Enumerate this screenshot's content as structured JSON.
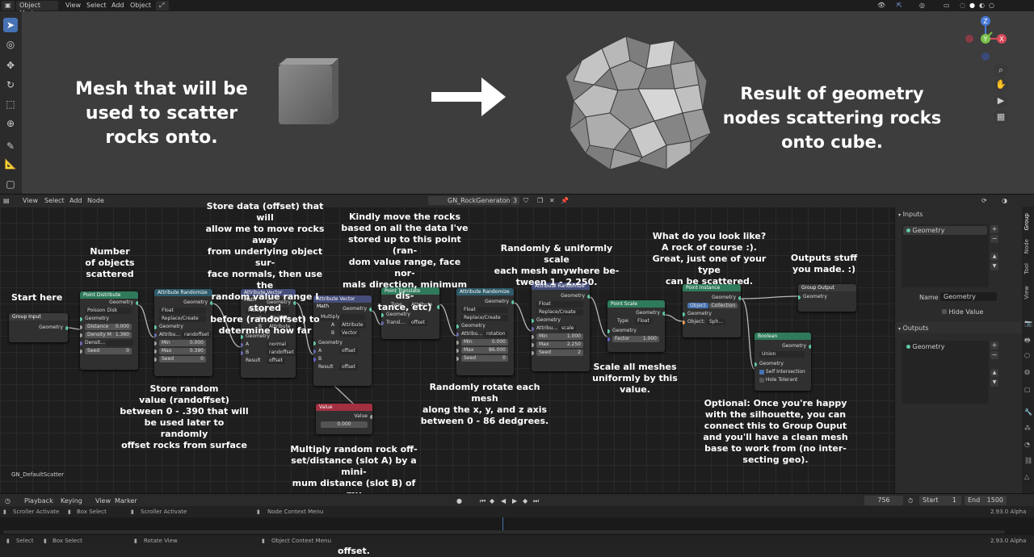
{
  "topbar": {
    "mode": "Object Mode",
    "menus": [
      "View",
      "Select",
      "Add",
      "Object"
    ]
  },
  "viewport": {
    "left_text": "Mesh that will be used to scatter rocks onto.",
    "right_text": "Result of geometry nodes scattering rocks onto cube.",
    "axes": {
      "z": "Z",
      "y": "Y",
      "x": "X"
    }
  },
  "node_editor": {
    "menus": [
      "View",
      "Select",
      "Add",
      "Node"
    ],
    "tree_name": "GN_RockGeneraton",
    "users": "3",
    "tree_label": "GN_DefaultScatter"
  },
  "nodes": {
    "group_input": {
      "title": "Group Input",
      "geometry": "Geometry"
    },
    "point_distribute": {
      "title": "Point Distribute",
      "out": "Geometry",
      "method": "Poisson Disk",
      "geometry": "Geometry",
      "distance_label": "Distance",
      "distance": "0.000",
      "density_label": "Density M",
      "density": "1.360",
      "densit_label": "Densit...",
      "seed_label": "Seed",
      "seed": "0"
    },
    "attr_random_1": {
      "title": "Attribute Randomize",
      "out": "Geometry",
      "type": "Float",
      "mode": "Replace/Create",
      "geometry": "Geometry",
      "attr_label": "Attribu...",
      "attr": "randoffset",
      "min_label": "Min",
      "min": "0.000",
      "max_label": "Max",
      "max": "0.390",
      "seed_label": "Seed",
      "seed": "0"
    },
    "attr_vector_math_1": {
      "title": "Attribute Vector Math",
      "out": "Geometry",
      "op": "Multiply",
      "a_label": "A",
      "a_type": "Attribute",
      "b_label": "B",
      "b_type": "Attribute",
      "geometry": "Geometry",
      "a_val": "normal",
      "b_val": "randoffset",
      "result_label": "Result",
      "result_val": "offset"
    },
    "attr_vector_math_2": {
      "title": "Attribute Vector Math",
      "out": "Geometry",
      "op": "Multiply",
      "a_label": "A",
      "a_type": "Attribute",
      "b_label": "B",
      "b_type": "Vector",
      "geometry": "Geometry",
      "a_val": "offset",
      "b_label2": "B",
      "result_label": "Result",
      "result_val": "offset"
    },
    "value": {
      "title": "Value",
      "out": "Value",
      "val": "0.000"
    },
    "point_translate": {
      "title": "Point Translate",
      "type_label": "Type",
      "type": "Attribute",
      "geometry": "Geometry",
      "transl_label": "Transl...",
      "transl": "offset"
    },
    "attr_random_2": {
      "title": "Attribute Randomize",
      "out": "Geometry",
      "type": "Float",
      "mode": "Replace/Create",
      "geometry": "Geometry",
      "attr_label": "Attribu...",
      "attr": "rotation",
      "min_label": "Min",
      "min": "0.000",
      "max_label": "Max",
      "max": "86.000",
      "seed_label": "Seed",
      "seed": "0"
    },
    "attr_random_3": {
      "title": "Attribute Randomize",
      "out": "Geometry",
      "type": "Float",
      "mode": "Replace/Create",
      "geometry": "Geometry",
      "attr_label": "Attribu...",
      "attr": "scale",
      "min_label": "Min",
      "min": "1.000",
      "max_label": "Max",
      "max": "2.250",
      "seed_label": "Seed",
      "seed": "2"
    },
    "point_scale": {
      "title": "Point Scale",
      "out": "Geometry",
      "type_label": "Type",
      "type": "Float",
      "geometry": "Geometry",
      "factor_label": "Factor",
      "factor": "1.000"
    },
    "point_instance": {
      "title": "Point Instance",
      "out": "Geometry",
      "tab_object": "Object",
      "tab_collection": "Collection",
      "geometry": "Geometry",
      "object_label": "Object:",
      "object": "Sph..."
    },
    "boolean": {
      "title": "Boolean",
      "out": "Geometry",
      "op": "Union",
      "geometry": "Geometry",
      "self_intersection": "Self Intersection",
      "hole_tolerant": "Hole Tolerant"
    },
    "group_output": {
      "title": "Group Output",
      "geometry": "Geometry"
    }
  },
  "annotations": {
    "start": "Start here",
    "number": "Number\nof objects\nscattered",
    "store_data": "Store data (offset) that will\nallow me to move rocks away\nfrom underlying object sur-\nface normals, then use the\nrandom value range I stored\nbefore (randoffset) to\ndetermine how far",
    "kindly": "Kindly move the rocks\nbased on all the data I've\nstored up to this point (ran-\ndom value range, face nor-\nmals direction, minimum dis-\ntance, etc)",
    "scale_each": "Randomly & uniformly scale\neach mesh anywhere be-\ntween 1 - 2.250.",
    "look_like": "What do you look like?\nA rock of course :).\nGreat, just one of your type\ncan be scattered.",
    "outputs": "Outputs stuff\nyou made. :)",
    "store_random": "Store random\nvalue (randoffset)\nbetween 0 - .390 that will\nbe used later to randomly\noffset rocks from surface",
    "multiply": "Multiply random rock off-\nset/distance (slot A) by a mini-\nmum distance (slot B) of my\nchoosing. The value in slot B\nwill drive the global, minimum\noffset.",
    "rotate": "Randomly rotate each mesh\nalong the x, y, and z axis\nbetween 0 - 86 dedgrees.",
    "scale_all": "Scale all meshes\nuniformly by this value.",
    "optional": "Optional: Once you're happy\nwith the silhouette, you can\nconnect this to Group Ouput\nand you'll have a clean mesh\nbase to work from (no inter-\nsecting geo)."
  },
  "props": {
    "inputs_header": "Inputs",
    "input_item": "Geometry",
    "name_label": "Name",
    "name_value": "Geometry",
    "hide_value": "Hide Value",
    "outputs_header": "Outputs",
    "output_item": "Geometry",
    "tabs": [
      "Group",
      "Node",
      "Tool",
      "View"
    ]
  },
  "timeline": {
    "menus": [
      "Playback",
      "Keying",
      "View",
      "Marker"
    ],
    "frame": "756",
    "start_label": "Start",
    "start": "1",
    "end_label": "End",
    "end": "1500"
  },
  "status1": {
    "a": "Scroller Activate",
    "b": "Box Select",
    "c": "Scroller Activate",
    "d": "Node Context Menu",
    "version": "2.93.0 Alpha"
  },
  "status2": {
    "a": "Select",
    "b": "Box Select",
    "c": "Rotate View",
    "d": "Object Context Menu",
    "version": "2.93.0 Alpha"
  }
}
